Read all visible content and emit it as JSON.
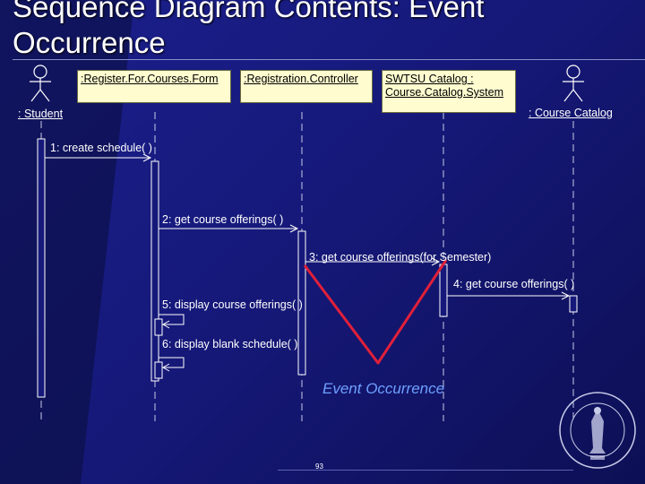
{
  "title": "Sequence Diagram Contents: Event Occurrence",
  "actors": [
    {
      "label": ": Student"
    },
    {
      "label": ": Course Catalog"
    }
  ],
  "objects": [
    {
      "label": ":Register.For.Courses.Form"
    },
    {
      "label": ":Registration.Controller"
    },
    {
      "label": "SWTSU Catalog : Course.Catalog.System"
    }
  ],
  "messages": [
    {
      "label": "1: create schedule( )"
    },
    {
      "label": "2: get course offerings( )"
    },
    {
      "label": "3: get course offerings(for Semester)"
    },
    {
      "label": "4: get course offerings( )"
    },
    {
      "label": "5: display course offerings( )"
    },
    {
      "label": "6: display blank schedule( )"
    }
  ],
  "annotation": "Event Occurrence",
  "page_number": "93",
  "colors": {
    "background": "#16197a",
    "object_fill": "#fffdd0",
    "highlight": "#e0203a",
    "annotation_text": "#6fa0ff"
  }
}
